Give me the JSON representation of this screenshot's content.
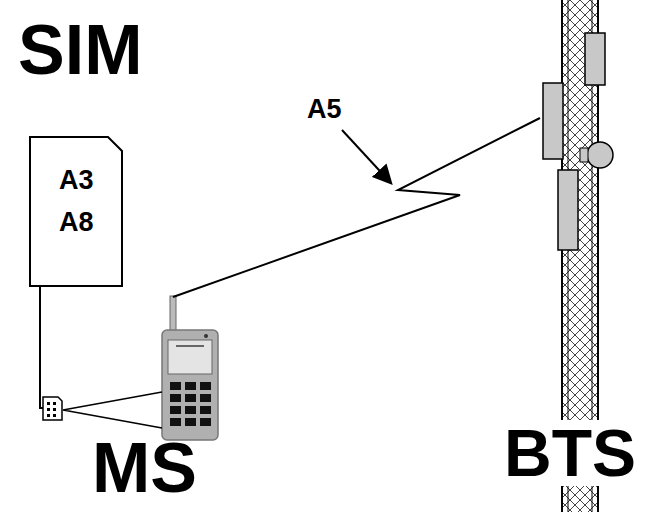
{
  "diagram": {
    "nodes": [
      {
        "text": [
          "SIM",
          "A3",
          "A8"
        ]
      },
      {
        "text": [
          "MS"
        ]
      },
      {
        "text": [
          "BTS"
        ]
      }
    ],
    "edges": [
      {
        "from": 0,
        "to": 1,
        "arrow": "none"
      },
      {
        "from": 1,
        "to": 2,
        "label": "A5",
        "arrow": "none"
      }
    ]
  }
}
